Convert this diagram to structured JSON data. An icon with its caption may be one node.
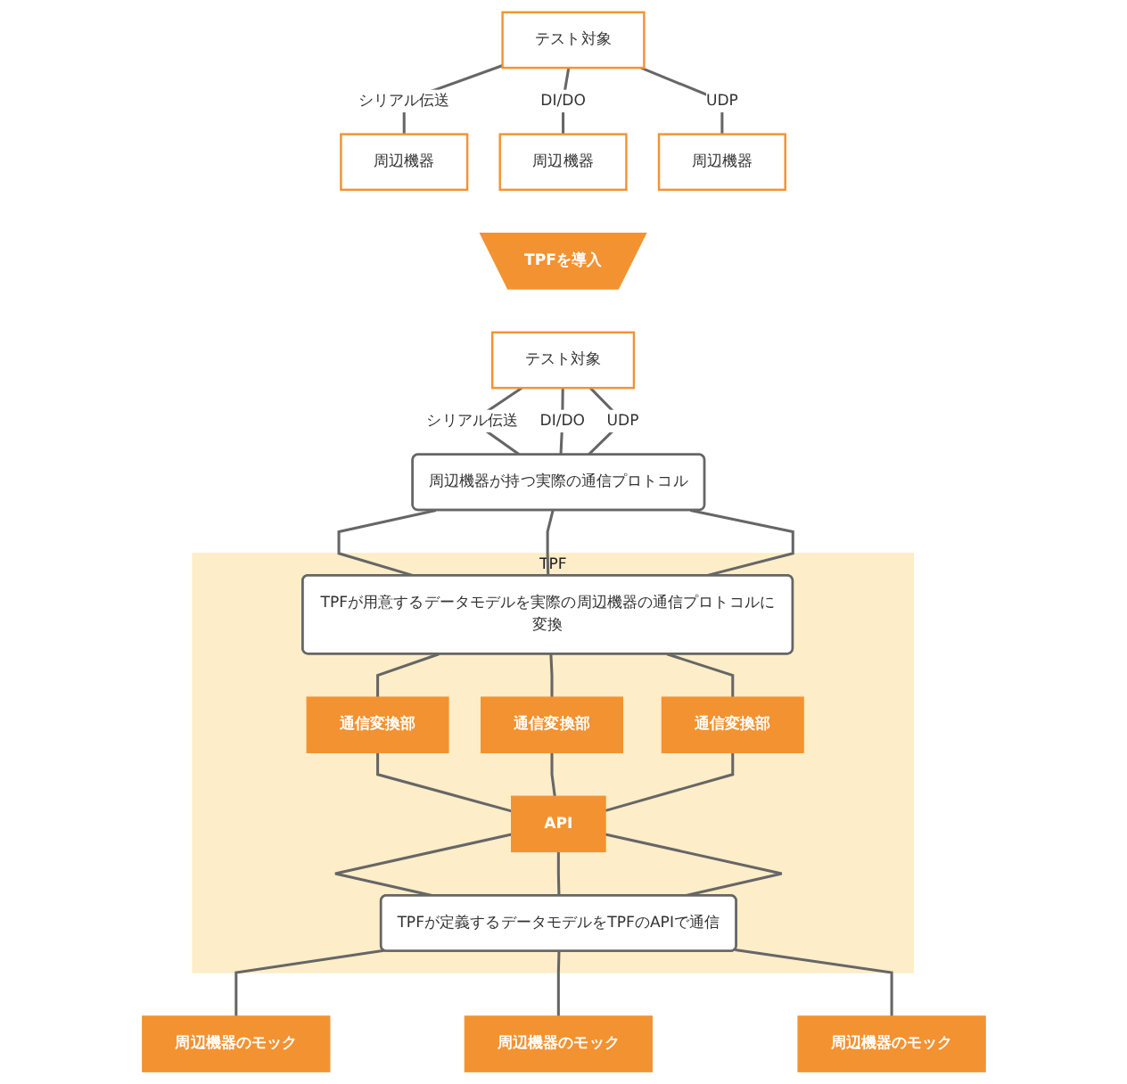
{
  "diagram": {
    "nodes": [
      {
        "text": [
          "テスト対象"
        ]
      },
      {
        "text": [
          "周辺機器"
        ]
      },
      {
        "text": [
          "周辺機器"
        ]
      },
      {
        "text": [
          "周辺機器"
        ]
      },
      {
        "text": [
          "TPFを導入"
        ]
      },
      {
        "text": [
          "テスト対象"
        ]
      },
      {
        "text": [
          "周辺機器が持つ実際の通信プロトコル"
        ]
      },
      {
        "text": [
          "TPF"
        ]
      },
      {
        "text": [
          "TPFが用意するデータモデルを実際の周辺機器の通信プロトコルに変換"
        ],
        "in": 7
      },
      {
        "text": [
          "通信変換部"
        ],
        "in": 7
      },
      {
        "text": [
          "通信変換部"
        ],
        "in": 7
      },
      {
        "text": [
          "通信変換部"
        ],
        "in": 7
      },
      {
        "text": [
          "API"
        ],
        "in": 7
      },
      {
        "text": [
          "TPFが定義するデータモデルをTPFのAPIで通信"
        ],
        "in": 7
      },
      {
        "text": [
          "周辺機器のモック"
        ]
      },
      {
        "text": [
          "周辺機器のモック"
        ]
      },
      {
        "text": [
          "周辺機器のモック"
        ]
      }
    ],
    "edges": [
      {
        "from": 0,
        "to": 1,
        "arrow": "none",
        "label": "シリアル伝送"
      },
      {
        "from": 0,
        "to": 2,
        "arrow": "none",
        "label": "DI/DO"
      },
      {
        "from": 0,
        "to": 3,
        "arrow": "none",
        "label": "UDP"
      },
      {
        "from": 5,
        "to": 6,
        "arrow": "none",
        "label": "シリアル伝送"
      },
      {
        "from": 5,
        "to": 6,
        "arrow": "none",
        "label": "DI/DO"
      },
      {
        "from": 5,
        "to": 6,
        "arrow": "none",
        "label": "UDP"
      },
      {
        "from": 6,
        "to": 8,
        "arrow": "none"
      },
      {
        "from": 6,
        "to": 8,
        "arrow": "none"
      },
      {
        "from": 6,
        "to": 8,
        "arrow": "none"
      },
      {
        "from": 8,
        "to": 9,
        "arrow": "none"
      },
      {
        "from": 8,
        "to": 10,
        "arrow": "none"
      },
      {
        "from": 8,
        "to": 11,
        "arrow": "none"
      },
      {
        "from": 9,
        "to": 12,
        "arrow": "none"
      },
      {
        "from": 10,
        "to": 12,
        "arrow": "none"
      },
      {
        "from": 11,
        "to": 12,
        "arrow": "none"
      },
      {
        "from": 12,
        "to": 13,
        "arrow": "none"
      },
      {
        "from": 12,
        "to": 13,
        "arrow": "none"
      },
      {
        "from": 12,
        "to": 13,
        "arrow": "none"
      },
      {
        "from": 13,
        "to": 14,
        "arrow": "none"
      },
      {
        "from": 13,
        "to": 15,
        "arrow": "none"
      },
      {
        "from": 13,
        "to": 16,
        "arrow": "none"
      }
    ]
  }
}
